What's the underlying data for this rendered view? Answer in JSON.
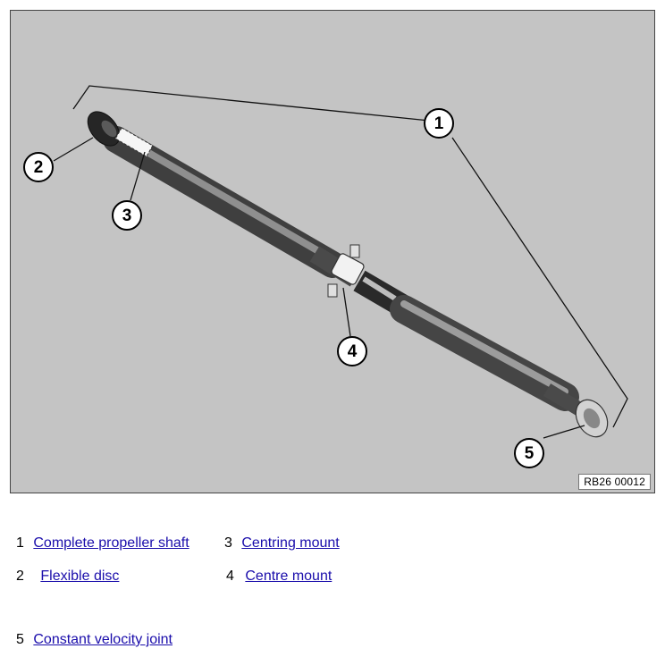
{
  "figure": {
    "reference_code": "RB26 00012",
    "callouts": [
      "1",
      "2",
      "3",
      "4",
      "5"
    ]
  },
  "legend": [
    {
      "number": "1",
      "label": "Complete propeller shaft"
    },
    {
      "number": "3",
      "label": "Centring mount"
    },
    {
      "number": "2",
      "label": "Flexible disc"
    },
    {
      "number": "4",
      "label": "Centre mount"
    },
    {
      "number": "5",
      "label": "Constant velocity joint"
    }
  ]
}
